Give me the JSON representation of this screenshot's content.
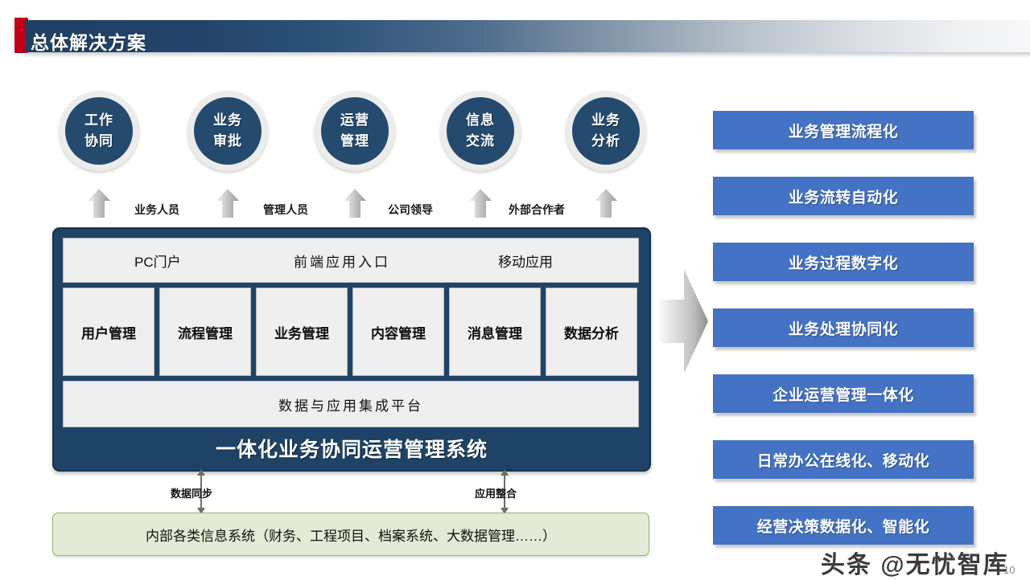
{
  "header": {
    "title": "总体解决方案",
    "accent_red": "#C00018",
    "bar_start_color": "#1F3F62"
  },
  "circles": [
    {
      "line1": "工作",
      "line2": "协同"
    },
    {
      "line1": "业务",
      "line2": "审批"
    },
    {
      "line1": "运营",
      "line2": "管理"
    },
    {
      "line1": "信息",
      "line2": "交流"
    },
    {
      "line1": "业务",
      "line2": "分析"
    }
  ],
  "role_labels": [
    "业务人员",
    "管理人员",
    "公司领导",
    "外部合作者"
  ],
  "system": {
    "entry_row": {
      "left": "PC门户",
      "center": "前端应用入口",
      "right": "移动应用"
    },
    "modules": [
      "用户管理",
      "流程管理",
      "业务管理",
      "内容管理",
      "消息管理",
      "数据分析"
    ],
    "platform": "数据与应用集成平台",
    "title": "一体化业务协同运营管理系统",
    "box_color": "#1F4366"
  },
  "connectors": [
    "数据同步",
    "应用整合"
  ],
  "bottom_box": {
    "text": "内部各类信息系统（财务、工程项目、档案系统、大数据管理……）",
    "fill_color": "#E3EBD6",
    "border_color": "#9BB27B"
  },
  "outcomes": {
    "bar_color": "#4472C4",
    "items": [
      "业务管理流程化",
      "业务流转自动化",
      "业务过程数字化",
      "业务处理协同化",
      "企业运营管理一体化",
      "日常办公在线化、移动化",
      "经营决策数据化、智能化"
    ]
  },
  "footer": {
    "watermark": "头条 @无忧智库",
    "page_number": "10"
  }
}
